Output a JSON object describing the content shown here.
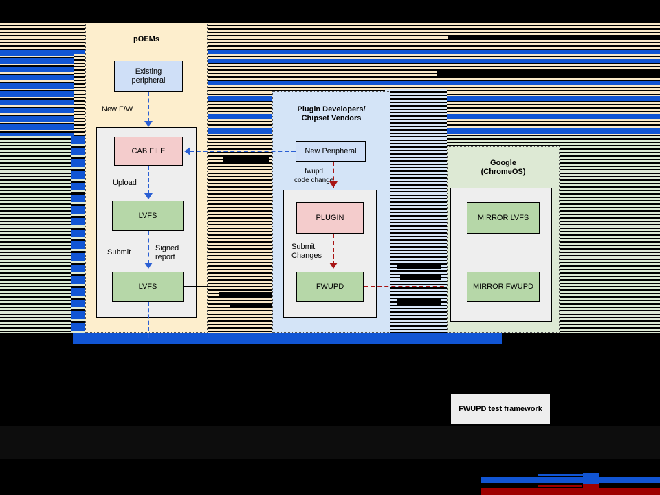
{
  "diagram": {
    "title_hidden": "",
    "panels": [
      {
        "id": "poems",
        "title": "pOEMs",
        "nodes": [
          {
            "id": "existing-peripheral",
            "label": "Existing\nperipheral"
          },
          {
            "id": "cab-file",
            "label": "CAB FILE"
          },
          {
            "id": "lvfs-upload",
            "label": "LVFS"
          },
          {
            "id": "lvfs-submit",
            "label": "LVFS"
          }
        ],
        "edge_labels": [
          "New F/W",
          "Upload",
          "Submit",
          "Signed report"
        ]
      },
      {
        "id": "plugin-developers",
        "title": "Plugin Developers/\nChipset Vendors",
        "title_line1": "Plugin Developers/",
        "title_line2": "Chipset Vendors",
        "nodes": [
          {
            "id": "new-peripheral",
            "label": "New Peripheral"
          },
          {
            "id": "plugin",
            "label": "PLUGIN"
          },
          {
            "id": "fwupd",
            "label": "FWUPD"
          }
        ],
        "edge_labels": [
          "fwupd code change",
          "Submit Changes"
        ]
      },
      {
        "id": "google-chromeos",
        "title": "Google (ChromeOS)",
        "title_line1": "Google",
        "title_line2": "(ChromeOS)",
        "nodes": [
          {
            "id": "mirror-lvfs",
            "label": "MIRROR LVFS"
          },
          {
            "id": "mirror-fwupd",
            "label": "MIRROR FWUPD"
          }
        ]
      }
    ],
    "labels": {
      "new_fw": "New F/W",
      "upload": "Upload",
      "submit": "Submit",
      "signed_report_l1": "Signed",
      "signed_report_l2": "report",
      "fwupd_code_change_l1": "fwupd",
      "fwupd_code_change_l2": "code change",
      "submit_changes_l1": "Submit",
      "submit_changes_l2": "Changes"
    },
    "footer_box": {
      "label": "FWUPD test framework"
    },
    "colors": {
      "panel_poems_bg": "#fdeecd",
      "panel_plugin_bg": "#d4e4f7",
      "panel_google_bg": "#dde9d4",
      "node_blue": "#cfdff7",
      "node_pink": "#f4cccc",
      "node_green": "#b6d7a8",
      "inner_grey": "#eeeeee",
      "arrow_blue": "#2a5fd4",
      "arrow_red": "#a81414",
      "arrow_black": "#000000",
      "glitch_blue": "#1155d4",
      "glitch_red": "#9e0000",
      "background": "#000000"
    }
  }
}
